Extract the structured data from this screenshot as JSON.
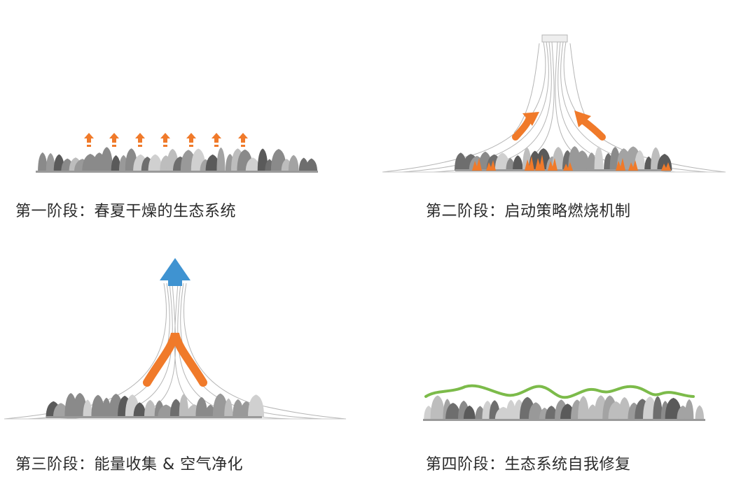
{
  "stages": [
    {
      "caption": "第一阶段：春夏干燥的生态系统"
    },
    {
      "caption": "第二阶段：启动策略燃烧机制"
    },
    {
      "caption": "第三阶段：能量收集 & 空气净化"
    },
    {
      "caption": "第四阶段：生态系统自我修复"
    }
  ],
  "colors": {
    "fire_orange": "#f07a2a",
    "sky_blue": "#3f93d1",
    "regrowth_green": "#7cbb4a",
    "tree_gray": "#8a8a8a",
    "structure_line": "#b5b5b5"
  }
}
